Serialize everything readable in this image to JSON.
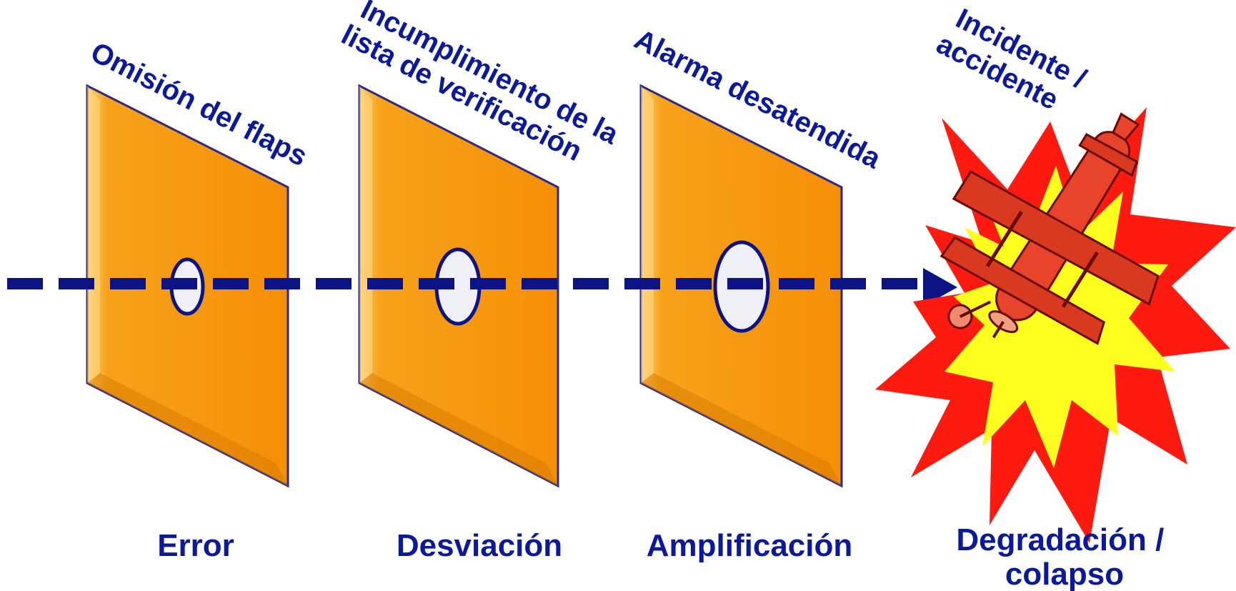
{
  "colors": {
    "slice_fill": "#f79a0f",
    "slice_edge": "#2c2a86",
    "arrow": "#0b1385",
    "text": "#0b1a9c",
    "burst_outer": "#ff1a10",
    "burst_inner": "#ffff1f",
    "plane": "#e8442c"
  },
  "stages": [
    {
      "stage": "Error",
      "event_lines": [
        "Omisión del flaps"
      ]
    },
    {
      "stage": "Desviación",
      "event_lines": [
        "Incumplimiento de la",
        "lista de verificación"
      ]
    },
    {
      "stage": "Amplificación",
      "event_lines": [
        "Alarma desatendida"
      ]
    }
  ],
  "outcome": {
    "event_lines": [
      "Incidente /",
      "accidente"
    ],
    "stage_lines": [
      "Degradación /",
      "colapso"
    ],
    "icon": "explosion-plane-icon"
  }
}
